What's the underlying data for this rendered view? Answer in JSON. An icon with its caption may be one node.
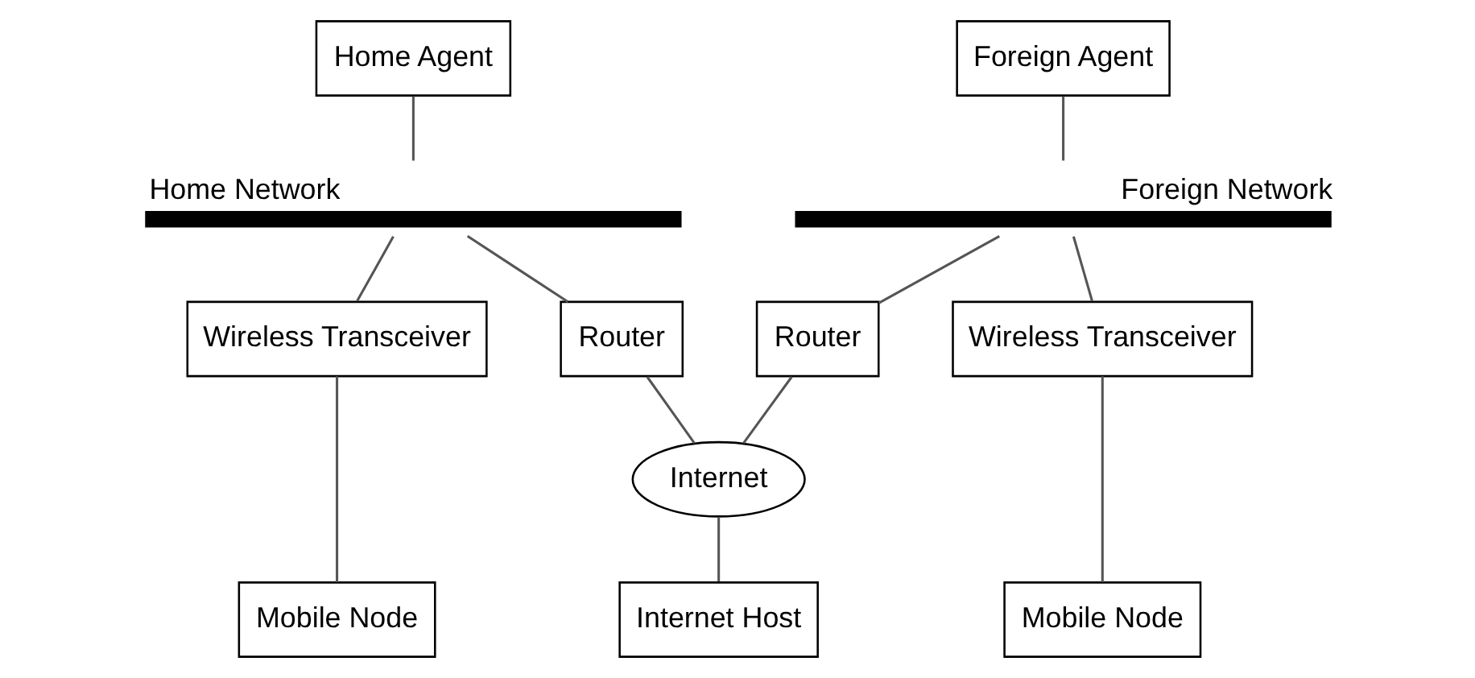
{
  "diagram": {
    "nodes": [
      {
        "text": [
          "Home Agent"
        ]
      },
      {
        "text": [
          "Foreign Agent"
        ]
      },
      {
        "text": [
          "Home Network"
        ]
      },
      {
        "text": [
          "Foreign Network"
        ]
      },
      {
        "text": [
          "Router"
        ]
      },
      {
        "text": [
          "Router"
        ]
      },
      {
        "text": [
          "Wireless Transceiver"
        ]
      },
      {
        "text": [
          "Internet"
        ]
      },
      {
        "text": [
          "Wireless Transceiver"
        ]
      },
      {
        "text": [
          "Mobile Node"
        ]
      },
      {
        "text": [
          "Internet Host"
        ]
      },
      {
        "text": [
          "Mobile Node"
        ]
      }
    ],
    "edges": [
      {
        "from": 0,
        "to": 2,
        "arrow": "none"
      },
      {
        "from": 1,
        "to": 3,
        "arrow": "none"
      },
      {
        "from": 2,
        "to": 6,
        "arrow": "none"
      },
      {
        "from": 2,
        "to": 4,
        "arrow": "none"
      },
      {
        "from": 3,
        "to": 5,
        "arrow": "none"
      },
      {
        "from": 3,
        "to": 8,
        "arrow": "none"
      },
      {
        "from": 4,
        "to": 7,
        "arrow": "none"
      },
      {
        "from": 5,
        "to": 7,
        "arrow": "none"
      },
      {
        "from": 6,
        "to": 9,
        "arrow": "none"
      },
      {
        "from": 7,
        "to": 10,
        "arrow": "none"
      },
      {
        "from": 8,
        "to": 11,
        "arrow": "none"
      }
    ]
  }
}
